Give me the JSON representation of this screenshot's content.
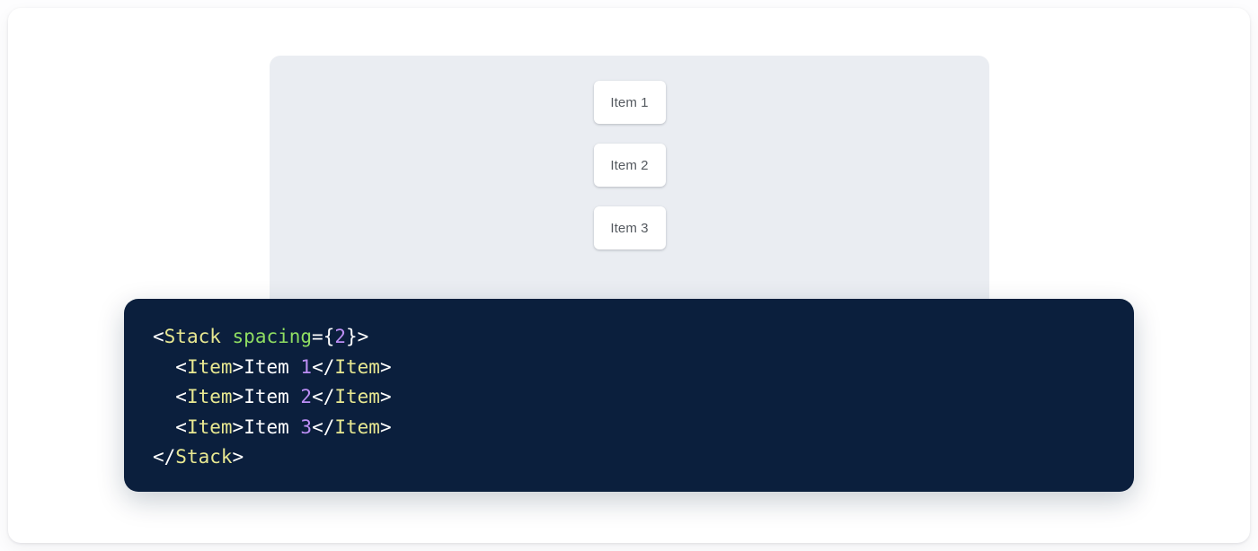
{
  "colors": {
    "page_background": "#fdfdfe",
    "card_background": "#ffffff",
    "preview_background": "#eaedf2",
    "item_background": "#ffffff",
    "item_text": "#555a60",
    "code_background": "#0b1f3d",
    "code_punctuation": "#ffffff",
    "code_tag": "#e8e891",
    "code_attribute": "#8fdd62",
    "code_number": "#bc8ef5",
    "code_text": "#ffffff"
  },
  "preview": {
    "component": "Stack",
    "items": [
      {
        "label": "Item 1"
      },
      {
        "label": "Item 2"
      },
      {
        "label": "Item 3"
      }
    ]
  },
  "code": {
    "language": "jsx",
    "lines": [
      {
        "indent": "",
        "tokens": [
          {
            "text": "<",
            "type": "punct"
          },
          {
            "text": "Stack",
            "type": "tag"
          },
          {
            "text": " ",
            "type": "punct"
          },
          {
            "text": "spacing",
            "type": "attr"
          },
          {
            "text": "=",
            "type": "punct"
          },
          {
            "text": "{",
            "type": "brace"
          },
          {
            "text": "2",
            "type": "num"
          },
          {
            "text": "}",
            "type": "brace"
          },
          {
            "text": ">",
            "type": "punct"
          }
        ]
      },
      {
        "indent": "  ",
        "tokens": [
          {
            "text": "<",
            "type": "punct"
          },
          {
            "text": "Item",
            "type": "tag"
          },
          {
            "text": ">",
            "type": "punct"
          },
          {
            "text": "Item ",
            "type": "text"
          },
          {
            "text": "1",
            "type": "num"
          },
          {
            "text": "</",
            "type": "punct"
          },
          {
            "text": "Item",
            "type": "tag"
          },
          {
            "text": ">",
            "type": "punct"
          }
        ]
      },
      {
        "indent": "  ",
        "tokens": [
          {
            "text": "<",
            "type": "punct"
          },
          {
            "text": "Item",
            "type": "tag"
          },
          {
            "text": ">",
            "type": "punct"
          },
          {
            "text": "Item ",
            "type": "text"
          },
          {
            "text": "2",
            "type": "num"
          },
          {
            "text": "</",
            "type": "punct"
          },
          {
            "text": "Item",
            "type": "tag"
          },
          {
            "text": ">",
            "type": "punct"
          }
        ]
      },
      {
        "indent": "  ",
        "tokens": [
          {
            "text": "<",
            "type": "punct"
          },
          {
            "text": "Item",
            "type": "tag"
          },
          {
            "text": ">",
            "type": "punct"
          },
          {
            "text": "Item ",
            "type": "text"
          },
          {
            "text": "3",
            "type": "num"
          },
          {
            "text": "</",
            "type": "punct"
          },
          {
            "text": "Item",
            "type": "tag"
          },
          {
            "text": ">",
            "type": "punct"
          }
        ]
      },
      {
        "indent": "",
        "tokens": [
          {
            "text": "</",
            "type": "punct"
          },
          {
            "text": "Stack",
            "type": "tag"
          },
          {
            "text": ">",
            "type": "punct"
          }
        ]
      }
    ],
    "plain_text": "<Stack spacing={2}>\n  <Item>Item 1</Item>\n  <Item>Item 2</Item>\n  <Item>Item 3</Item>\n</Stack>"
  }
}
